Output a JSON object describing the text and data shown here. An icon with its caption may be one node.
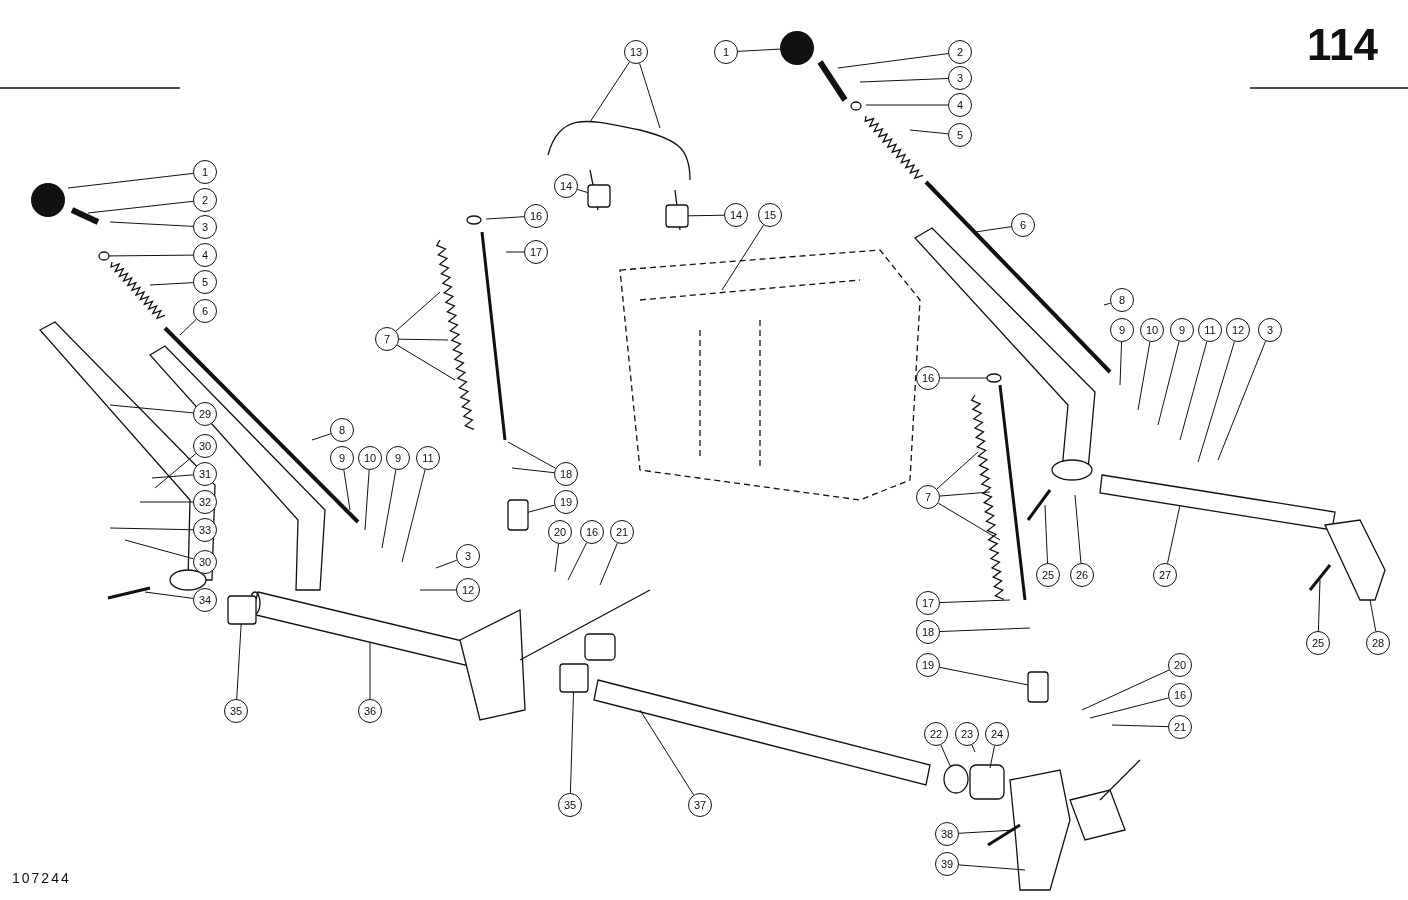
{
  "diagram": {
    "nodes": [
      {
        "text": [
          "1"
        ]
      },
      {
        "text": [
          "2"
        ]
      },
      {
        "text": [
          "3"
        ]
      },
      {
        "text": [
          "4"
        ]
      },
      {
        "text": [
          "5"
        ]
      },
      {
        "text": [
          "6"
        ]
      },
      {
        "text": [
          "29"
        ]
      },
      {
        "text": [
          "30"
        ]
      },
      {
        "text": [
          "31"
        ]
      },
      {
        "text": [
          "32"
        ]
      },
      {
        "text": [
          "33"
        ]
      },
      {
        "text": [
          "30"
        ]
      },
      {
        "text": [
          "34"
        ]
      },
      {
        "text": [
          "13"
        ]
      },
      {
        "text": [
          "1"
        ]
      },
      {
        "text": [
          "2"
        ]
      },
      {
        "text": [
          "3"
        ]
      },
      {
        "text": [
          "4"
        ]
      },
      {
        "text": [
          "5"
        ]
      },
      {
        "text": [
          "14"
        ]
      },
      {
        "text": [
          "16"
        ]
      },
      {
        "text": [
          "14"
        ]
      },
      {
        "text": [
          "15"
        ]
      },
      {
        "text": [
          "6"
        ]
      },
      {
        "text": [
          "17"
        ]
      },
      {
        "text": [
          "8"
        ]
      },
      {
        "text": [
          "7"
        ]
      },
      {
        "text": [
          "9"
        ]
      },
      {
        "text": [
          "10"
        ]
      },
      {
        "text": [
          "9"
        ]
      },
      {
        "text": [
          "11"
        ]
      },
      {
        "text": [
          "12"
        ]
      },
      {
        "text": [
          "3"
        ]
      },
      {
        "text": [
          "16"
        ]
      },
      {
        "text": [
          "8"
        ]
      },
      {
        "text": [
          "9"
        ]
      },
      {
        "text": [
          "10"
        ]
      },
      {
        "text": [
          "9"
        ]
      },
      {
        "text": [
          "11"
        ]
      },
      {
        "text": [
          "18"
        ]
      },
      {
        "text": [
          "7"
        ]
      },
      {
        "text": [
          "19"
        ]
      },
      {
        "text": [
          "20"
        ]
      },
      {
        "text": [
          "16"
        ]
      },
      {
        "text": [
          "21"
        ]
      },
      {
        "text": [
          "3"
        ]
      },
      {
        "text": [
          "25"
        ]
      },
      {
        "text": [
          "26"
        ]
      },
      {
        "text": [
          "27"
        ]
      },
      {
        "text": [
          "12"
        ]
      },
      {
        "text": [
          "17"
        ]
      },
      {
        "text": [
          "18"
        ]
      },
      {
        "text": [
          "25"
        ]
      },
      {
        "text": [
          "28"
        ]
      },
      {
        "text": [
          "19"
        ]
      },
      {
        "text": [
          "20"
        ]
      },
      {
        "text": [
          "16"
        ]
      },
      {
        "text": [
          "35"
        ]
      },
      {
        "text": [
          "36"
        ]
      },
      {
        "text": [
          "21"
        ]
      },
      {
        "text": [
          "22"
        ]
      },
      {
        "text": [
          "23"
        ]
      },
      {
        "text": [
          "24"
        ]
      },
      {
        "text": [
          "35"
        ]
      },
      {
        "text": [
          "37"
        ]
      },
      {
        "text": [
          "38"
        ]
      },
      {
        "text": [
          "39"
        ]
      },
      {
        "text": [],
        "shape": "circle"
      },
      {
        "text": [],
        "shape": "box"
      },
      {
        "text": [],
        "shape": "box"
      },
      {
        "text": [],
        "shape": "circle"
      },
      {
        "text": [],
        "shape": "box"
      },
      {
        "text": [],
        "shape": "box"
      },
      {
        "text": [],
        "shape": "circle"
      },
      {
        "text": [],
        "shape": "box"
      },
      {
        "text": [],
        "shape": "box"
      }
    ],
    "edges": [
      {
        "from": 0,
        "to": null,
        "arrow": "none"
      },
      {
        "from": 1,
        "to": null,
        "arrow": "none"
      },
      {
        "from": 2,
        "to": null,
        "arrow": "none"
      },
      {
        "from": 3,
        "to": 67,
        "arrow": "none"
      },
      {
        "from": 4,
        "to": null,
        "arrow": "none"
      },
      {
        "from": 5,
        "to": null,
        "arrow": "none"
      },
      {
        "from": 6,
        "to": null,
        "arrow": "none"
      },
      {
        "from": 7,
        "to": null,
        "arrow": "none"
      },
      {
        "from": 8,
        "to": null,
        "arrow": "none"
      },
      {
        "from": 9,
        "to": null,
        "arrow": "none"
      },
      {
        "from": 10,
        "to": null,
        "arrow": "none"
      },
      {
        "from": 11,
        "to": null,
        "arrow": "none"
      },
      {
        "from": 12,
        "to": null,
        "arrow": "none"
      },
      {
        "from": 13,
        "to": null,
        "arrow": "none"
      },
      {
        "from": 13,
        "to": null,
        "arrow": "none"
      },
      {
        "from": 14,
        "to": null,
        "arrow": "none"
      },
      {
        "from": 15,
        "to": null,
        "arrow": "none"
      },
      {
        "from": 16,
        "to": null,
        "arrow": "none"
      },
      {
        "from": 17,
        "to": null,
        "arrow": "none"
      },
      {
        "from": 18,
        "to": null,
        "arrow": "none"
      },
      {
        "from": 19,
        "to": 68,
        "arrow": "none"
      },
      {
        "from": 20,
        "to": null,
        "arrow": "none"
      },
      {
        "from": 21,
        "to": 69,
        "arrow": "none"
      },
      {
        "from": 22,
        "to": null,
        "arrow": "none"
      },
      {
        "from": 23,
        "to": null,
        "arrow": "none"
      },
      {
        "from": 24,
        "to": null,
        "arrow": "none"
      },
      {
        "from": 25,
        "to": null,
        "arrow": "none"
      },
      {
        "from": 26,
        "to": null,
        "arrow": "none"
      },
      {
        "from": 26,
        "to": null,
        "arrow": "none"
      },
      {
        "from": 26,
        "to": null,
        "arrow": "none"
      },
      {
        "from": 27,
        "to": null,
        "arrow": "none"
      },
      {
        "from": 28,
        "to": null,
        "arrow": "none"
      },
      {
        "from": 29,
        "to": null,
        "arrow": "none"
      },
      {
        "from": 30,
        "to": null,
        "arrow": "none"
      },
      {
        "from": 31,
        "to": null,
        "arrow": "none"
      },
      {
        "from": 32,
        "to": null,
        "arrow": "none"
      },
      {
        "from": 33,
        "to": 70,
        "arrow": "none"
      },
      {
        "from": 34,
        "to": null,
        "arrow": "none"
      },
      {
        "from": 35,
        "to": null,
        "arrow": "none"
      },
      {
        "from": 36,
        "to": null,
        "arrow": "none"
      },
      {
        "from": 37,
        "to": null,
        "arrow": "none"
      },
      {
        "from": 38,
        "to": null,
        "arrow": "none"
      },
      {
        "from": 39,
        "to": null,
        "arrow": "none"
      },
      {
        "from": 39,
        "to": null,
        "arrow": "none"
      },
      {
        "from": 40,
        "to": null,
        "arrow": "none"
      },
      {
        "from": 40,
        "to": null,
        "arrow": "none"
      },
      {
        "from": 40,
        "to": null,
        "arrow": "none"
      },
      {
        "from": 41,
        "to": 71,
        "arrow": "none"
      },
      {
        "from": 42,
        "to": null,
        "arrow": "none"
      },
      {
        "from": 43,
        "to": null,
        "arrow": "none"
      },
      {
        "from": 44,
        "to": null,
        "arrow": "none"
      },
      {
        "from": 45,
        "to": null,
        "arrow": "none"
      },
      {
        "from": 46,
        "to": null,
        "arrow": "none"
      },
      {
        "from": 47,
        "to": null,
        "arrow": "none"
      },
      {
        "from": 48,
        "to": null,
        "arrow": "none"
      },
      {
        "from": 49,
        "to": null,
        "arrow": "none"
      },
      {
        "from": 50,
        "to": null,
        "arrow": "none"
      },
      {
        "from": 51,
        "to": null,
        "arrow": "none"
      },
      {
        "from": 52,
        "to": null,
        "arrow": "none"
      },
      {
        "from": 53,
        "to": null,
        "arrow": "none"
      },
      {
        "from": 54,
        "to": 72,
        "arrow": "none"
      },
      {
        "from": 55,
        "to": null,
        "arrow": "none"
      },
      {
        "from": 56,
        "to": null,
        "arrow": "none"
      },
      {
        "from": 57,
        "to": 75,
        "arrow": "none"
      },
      {
        "from": 58,
        "to": null,
        "arrow": "none"
      },
      {
        "from": 59,
        "to": null,
        "arrow": "none"
      },
      {
        "from": 60,
        "to": 73,
        "arrow": "none"
      },
      {
        "from": 61,
        "to": null,
        "arrow": "none"
      },
      {
        "from": 62,
        "to": null,
        "arrow": "none"
      },
      {
        "from": 63,
        "to": 74,
        "arrow": "none"
      },
      {
        "from": 64,
        "to": null,
        "arrow": "none"
      },
      {
        "from": 65,
        "to": null,
        "arrow": "none"
      },
      {
        "from": 66,
        "to": null,
        "arrow": "none"
      }
    ],
    "labels": [
      "114",
      "107244"
    ]
  }
}
